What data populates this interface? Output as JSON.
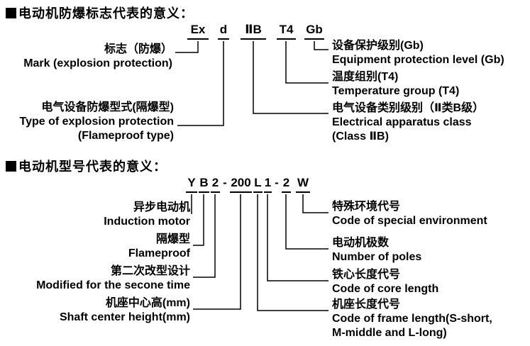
{
  "section1": {
    "title": "电动机防爆标志代表的意义：",
    "code": [
      "Ex",
      "d",
      "ⅡB",
      "T4",
      "Gb"
    ],
    "left": [
      {
        "zh": "标志（防爆）",
        "en": "Mark (explosion protection)"
      },
      {
        "zh": "电气设备防爆型式(隔爆型)",
        "en": "Type of explosion protection",
        "en2": "(Flameproof type)"
      }
    ],
    "right": [
      {
        "zh": "设备保护级别(Gb)",
        "en": "Equipment protection level (Gb)"
      },
      {
        "zh": "温度组别(T4)",
        "en": "Temperature group (T4)"
      },
      {
        "zh": "电气设备类别级别（Ⅱ类B级）",
        "en": "Electrical apparatus class",
        "en2": "(Class ⅡB)"
      }
    ]
  },
  "section2": {
    "title": "电动机型号代表的意义：",
    "code": [
      "Y",
      "B",
      "2",
      "-",
      "200",
      "L",
      "1",
      "-",
      "2",
      "W"
    ],
    "left": [
      {
        "zh": "异步电动机",
        "en": "Induction motor"
      },
      {
        "zh": "隔爆型",
        "en": "Flameproof"
      },
      {
        "zh": "第二次改型设计",
        "en": "Modified for the secone time"
      },
      {
        "zh": "机座中心高(mm)",
        "en": "Shaft center height(mm)"
      }
    ],
    "right": [
      {
        "zh": "特殊环境代号",
        "en": "Code of special environment"
      },
      {
        "zh": "电动机极数",
        "en": "Number of poles"
      },
      {
        "zh": "铁心长度代号",
        "en": "Code of core length"
      },
      {
        "zh": "机座长度代号",
        "en": "Code of frame length(S-short,",
        "en2": "M-middle and L-long)"
      }
    ]
  },
  "colors": {
    "ink": "#000000",
    "background": "#ffffff"
  }
}
